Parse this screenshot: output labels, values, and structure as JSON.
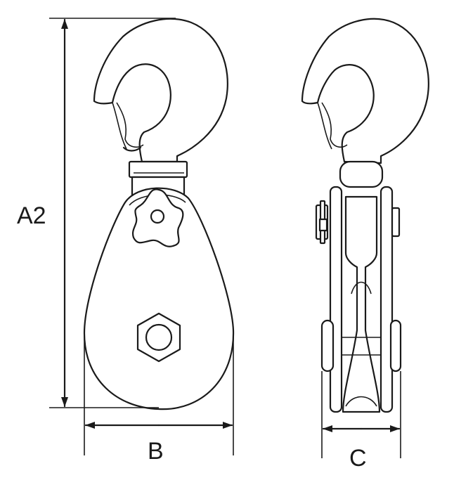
{
  "dimensions": {
    "height_label": "A2",
    "width_label": "B",
    "depth_label": "C"
  },
  "colors": {
    "line": "#1a1a1a",
    "background": "#ffffff"
  }
}
